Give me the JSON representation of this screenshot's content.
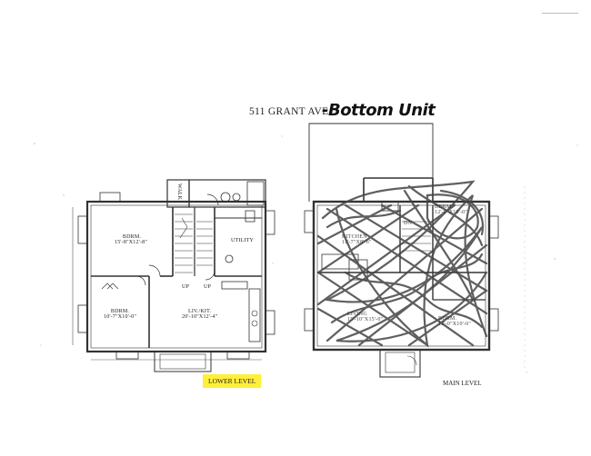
{
  "title": {
    "address": "511 GRANT AVE.",
    "handwritten": "-Bottom Unit"
  },
  "lower_level": {
    "label": "LOWER LEVEL",
    "rooms": {
      "bedroom_large": {
        "name": "BDRM.",
        "size": "15'-8\"X12'-8\""
      },
      "bedroom_small": {
        "name": "BDRM.",
        "size": "10'-7\"X10'-0\""
      },
      "living_kitchen": {
        "name": "LIV./KIT.",
        "size": "20'-10\"X12'-4\""
      },
      "utility": {
        "name": "UTILITY"
      },
      "walk": {
        "name": "WALK"
      }
    },
    "stair_labels": {
      "up_left": "UP",
      "up_right": "UP"
    }
  },
  "main_level": {
    "label": "MAIN LEVEL",
    "rooms": {
      "kitchen": {
        "name": "KITCHEN",
        "size": "11'-7\"X8'-6\""
      },
      "bedroom_top": {
        "name": "BDRM.",
        "size": "12'-0\"X10'-0\""
      },
      "living": {
        "name": "LIVING",
        "size": "15'-10\"X15'-0\""
      },
      "bedroom_bottom": {
        "name": "BDRM.",
        "size": "12'-0\"X10'-0\""
      },
      "dining_label": {
        "name": "DN"
      }
    }
  },
  "colors": {
    "highlight": "#ffef3a",
    "ink": "#333333",
    "scribble": "#444444"
  }
}
